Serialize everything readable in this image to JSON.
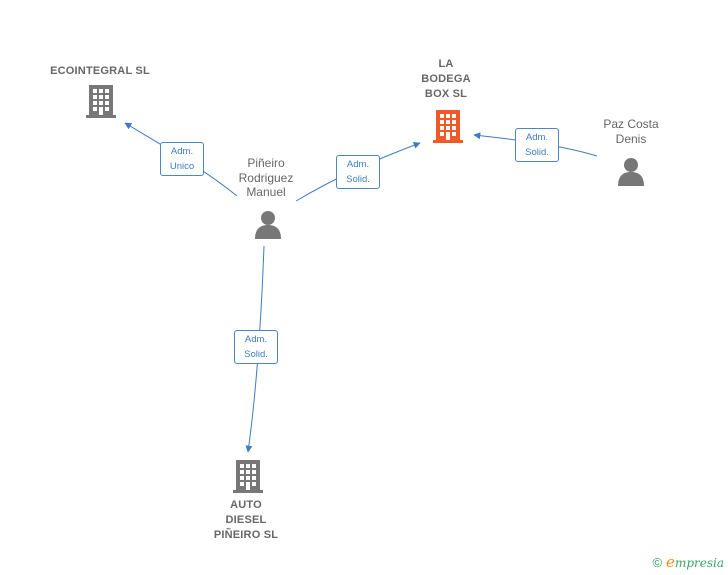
{
  "colors": {
    "edge": "#3d7cc0",
    "building": "#777777",
    "building_focus": "#f05a28",
    "person": "#777777",
    "label": "#666666"
  },
  "nodes": {
    "ecointegral": {
      "label": "ECOINTEGRAL SL",
      "icon": "building-icon"
    },
    "la_bodega": {
      "label": "LA\nBODEGA\nBOX  SL",
      "icon": "building-icon"
    },
    "auto_diesel": {
      "label": "AUTO\nDIESEL\nPIÑEIRO  SL",
      "icon": "building-icon"
    },
    "pineiro": {
      "label": "Piñeiro\nRodriguez\nManuel",
      "icon": "person-icon"
    },
    "paz_costa": {
      "label": "Paz Costa\nDenis",
      "icon": "person-icon"
    }
  },
  "edges": {
    "pineiro_ecointegral": {
      "label": "Adm.\nUnico"
    },
    "pineiro_bodega": {
      "label": "Adm.\nSolid."
    },
    "paz_bodega": {
      "label": "Adm.\nSolid."
    },
    "pineiro_auto": {
      "label": "Adm.\nSolid."
    }
  },
  "footer": {
    "copyright": "©",
    "brand_initial": "e",
    "brand_rest": "mpresia"
  }
}
